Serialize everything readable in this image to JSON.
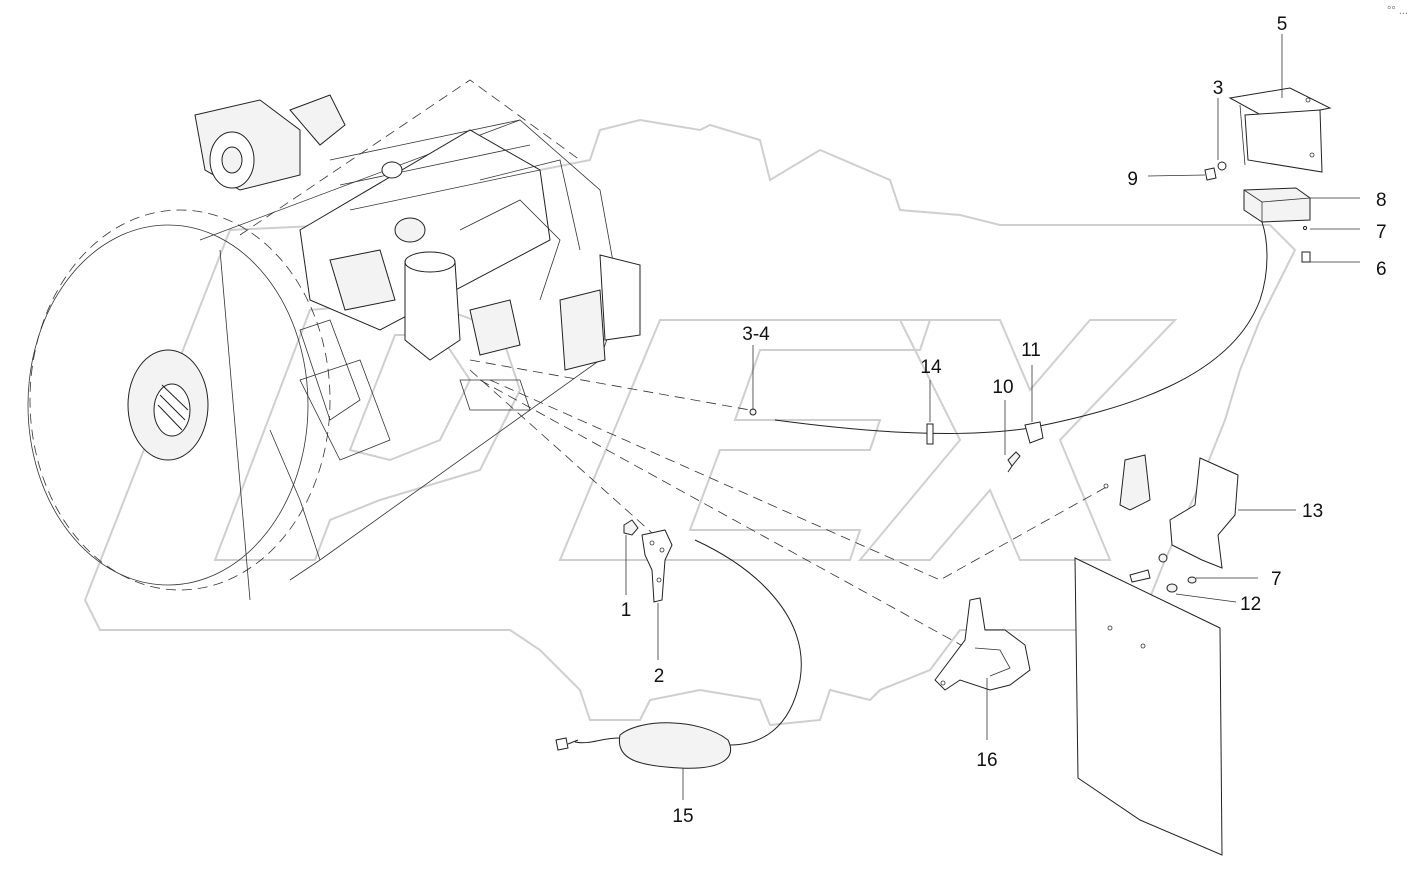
{
  "corner_mark": "°° ...",
  "callouts": {
    "c1": "1",
    "c2": "2",
    "c3a": "3",
    "c34": "3-4",
    "c5": "5",
    "c6": "6",
    "c7a": "7",
    "c7b": "7",
    "c8": "8",
    "c9": "9",
    "c10": "10",
    "c11": "11",
    "c12": "12",
    "c13": "13",
    "c14": "14",
    "c15": "15",
    "c16": "16"
  },
  "colors": {
    "ink": "#222222",
    "watermark": "#cfcfcf",
    "background": "#ffffff"
  }
}
